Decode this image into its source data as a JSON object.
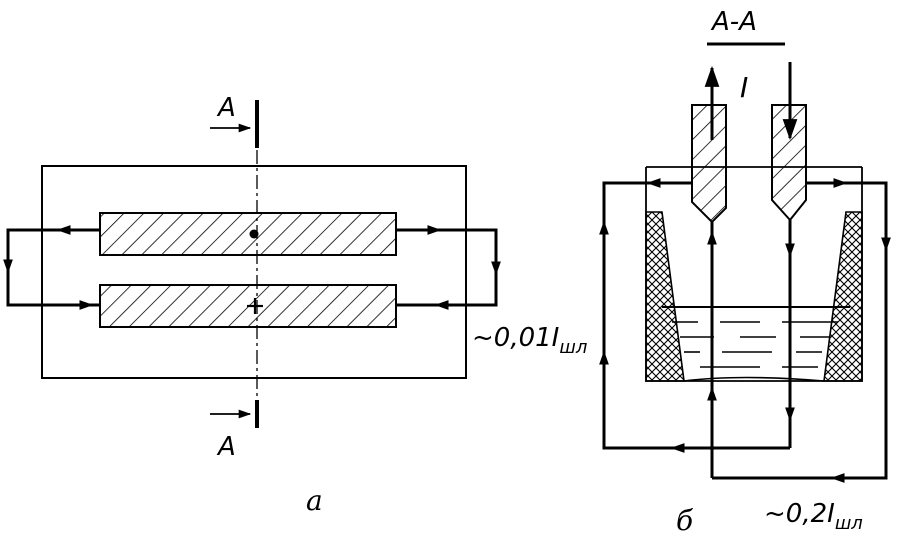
{
  "panel_a": {
    "section_mark_top": "A",
    "section_mark_bottom": "A",
    "current_label": "~0,01I",
    "current_subscript": "шл",
    "caption": "а"
  },
  "panel_b": {
    "section_title": "A-A",
    "current_symbol": "I",
    "current_label": "~0,2I",
    "current_subscript": "шл",
    "caption": "б"
  },
  "colors": {
    "ink": "#000000",
    "paper": "#ffffff"
  }
}
